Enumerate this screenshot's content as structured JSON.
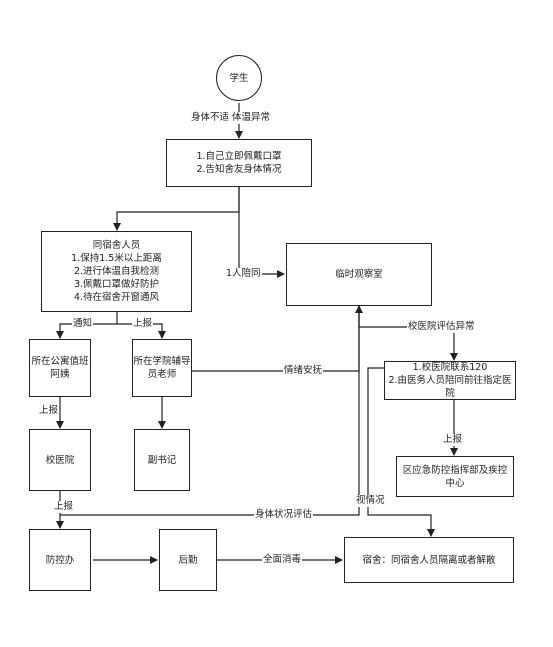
{
  "nodes": {
    "student": "学生",
    "self_actions": [
      "1.自己立即佩戴口罩",
      "2.告知舍友身体情况"
    ],
    "roommates_title": "同宿舍人员",
    "roommates_items": [
      "1.保持1.5米以上距离",
      "2.进行体温自我检测",
      "3.佩戴口罩做好防护",
      "4.待在宿舍开窗通风"
    ],
    "observation_room": "临时观察室",
    "dorm_manager": [
      "所在公寓值班",
      "阿姨"
    ],
    "counselor": [
      "所在学院辅导",
      "员老师"
    ],
    "clinic": "校医院",
    "deputy_secretary": "副书记",
    "hospital_transfer": [
      "1.校医院联系120",
      "2.由医务人员陪同前往指定医院"
    ],
    "emergency_hq": [
      "区应急防控指挥部及疾控",
      "中心"
    ],
    "prevention_office": "防控办",
    "logistics": "后勤",
    "dorm_result": "宿舍：同宿舍人员隔离或者解散"
  },
  "edge_labels": {
    "symptoms": "身体不适 体温异常",
    "escort": "1人陪同",
    "notify": "通知",
    "report_counselor": "上报",
    "report_clinic": "上报",
    "clinic_assessment_abnormal": "校医院评估异常",
    "emotional_support": "情绪安抚",
    "report_hq": "上报",
    "report_prevention": "上报",
    "health_assessment": "身体状况评估",
    "depending": "视情况",
    "full_disinfection": "全面消毒"
  }
}
